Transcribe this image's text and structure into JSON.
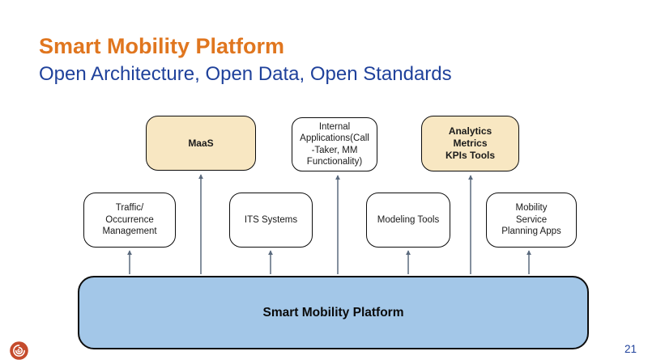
{
  "slide": {
    "title": "Smart Mobility Platform",
    "subtitle": "Open Architecture, Open Data, Open Standards",
    "page_number": "21"
  },
  "diagram": {
    "platform_label": "Smart Mobility Platform",
    "top_row": [
      {
        "label": "MaaS",
        "highlighted": true
      },
      {
        "label": "Internal\nApplications(Call\n-Taker, MM\nFunctionality)",
        "highlighted": false
      },
      {
        "label": "Analytics\nMetrics\nKPIs Tools",
        "highlighted": true
      }
    ],
    "middle_row": [
      {
        "label": "Traffic/\nOccurrence\nManagement"
      },
      {
        "label": "ITS Systems"
      },
      {
        "label": "Modeling Tools"
      },
      {
        "label": "Mobility\nService\nPlanning Apps"
      }
    ],
    "icons": {
      "logo": "spiral-logo-icon"
    },
    "colors": {
      "title_orange": "#E0761F",
      "subtitle_blue": "#1F419B",
      "highlight_fill": "#F8E7C2",
      "platform_fill": "#A3C7E8",
      "box_border": "#0d0d0d",
      "arrow": "#5A6A7E",
      "logo_red": "#C54B2C"
    }
  }
}
